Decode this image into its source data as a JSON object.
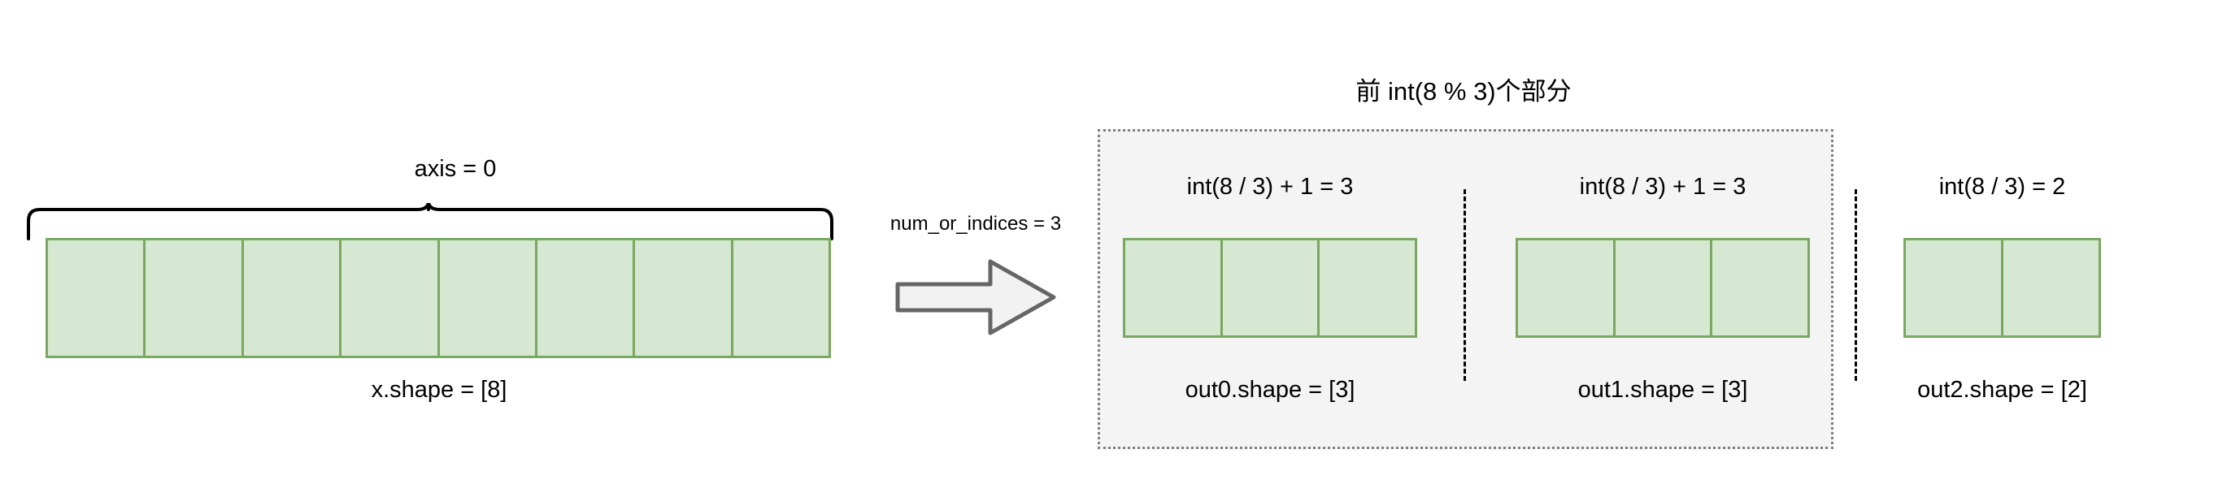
{
  "diagram": {
    "title": "前 int(8 % 3)个部分",
    "source": {
      "axis_label": "axis = 0",
      "shape_label": "x.shape = [8]",
      "cells": 8
    },
    "operator": {
      "label": "num_or_indices = 3",
      "icon": "block-arrow-right-icon"
    },
    "outputs": [
      {
        "formula": "int(8 / 3) + 1 = 3",
        "shape_label": "out0.shape = [3]",
        "cells": 3
      },
      {
        "formula": "int(8 / 3) + 1 = 3",
        "shape_label": "out1.shape = [3]",
        "cells": 3
      },
      {
        "formula": "int(8 / 3) = 2",
        "shape_label": "out2.shape = [2]",
        "cells": 2
      }
    ],
    "colors": {
      "cell_fill": "#d6e8d1",
      "cell_border": "#7aa861",
      "panel_bg": "#f4f4f4",
      "panel_border": "#808080",
      "arrow_fill": "#f2f2f2",
      "arrow_border": "#666666",
      "text": "#000000"
    }
  }
}
